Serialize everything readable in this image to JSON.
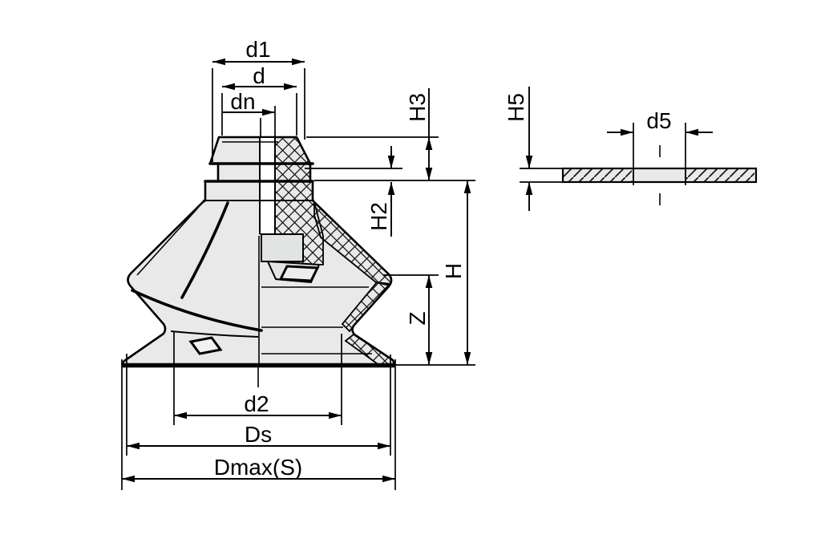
{
  "drawing": {
    "background": "#ffffff",
    "line_color": "#000000",
    "part_fill": "#e9e9e9",
    "insert_fill": "#e2e4e4",
    "description_visible_text_only": "dimension labels",
    "views_count": 2
  },
  "dimensions": {
    "d1": "d1",
    "d": "d",
    "dn": "dn",
    "H3": "H3",
    "H2": "H2",
    "H": "H",
    "Z": "Z",
    "d2": "d2",
    "Ds": "Ds",
    "Dmax": "Dmax(S)",
    "H5": "H5",
    "d5": "d5"
  }
}
